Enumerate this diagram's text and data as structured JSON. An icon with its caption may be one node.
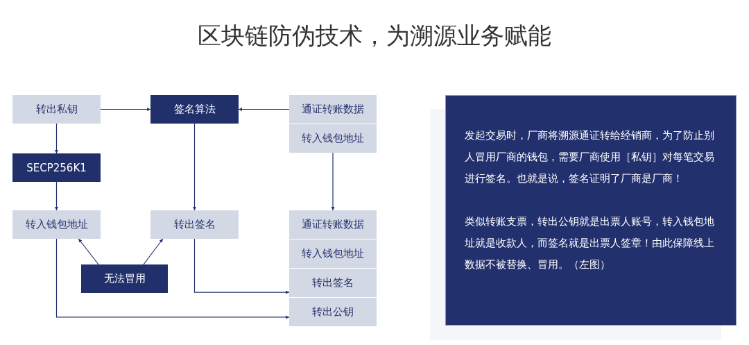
{
  "diagram": {
    "title": "区块链防伪技术，为溯源业务赋能",
    "nodes": [
      {
        "text": [
          "转出私钥"
        ]
      },
      {
        "text": [
          "签名算法"
        ]
      },
      {
        "text": [
          "通证转账数据"
        ]
      },
      {
        "text": [
          "转入钱包地址"
        ]
      },
      {
        "text": [
          "SECP256K1"
        ]
      },
      {
        "text": [
          "转入钱包地址"
        ]
      },
      {
        "text": [
          "转出签名"
        ]
      },
      {
        "text": [
          "通证转账数据"
        ]
      },
      {
        "text": [
          "转入钱包地址"
        ]
      },
      {
        "text": [
          "转出签名"
        ]
      },
      {
        "text": [
          "转出公钥"
        ]
      },
      {
        "text": [
          "无法冒用"
        ]
      },
      {
        "text": [
          "发起交易时，厂商将溯源通证转给经销商，为了防止别人冒用厂商的钱包，需要厂商使用［私钥］对每笔交易进行签名。也就是说，签名证明了厂商是厂商！",
          "类似转账支票，转出公钥就是出票人账号，转入钱包地址就是收款人，而签名就是出票人签章！由此保障线上数据不被替换、冒用。（左图）"
        ]
      }
    ],
    "edges": [
      {
        "from": 0,
        "to": 1,
        "arrow": "to"
      },
      {
        "from": 2,
        "to": 1,
        "arrow": "to"
      },
      {
        "from": 0,
        "to": 4,
        "arrow": "to"
      },
      {
        "from": 4,
        "to": 5,
        "arrow": "to"
      },
      {
        "from": 1,
        "to": 6,
        "arrow": "to"
      },
      {
        "from": 3,
        "to": 7,
        "arrow": "to"
      },
      {
        "from": 11,
        "to": 5,
        "arrow": "to"
      },
      {
        "from": 11,
        "to": 6,
        "arrow": "to"
      },
      {
        "from": 6,
        "to": 9,
        "arrow": "to"
      },
      {
        "from": 5,
        "to": 10,
        "arrow": "to"
      }
    ]
  }
}
